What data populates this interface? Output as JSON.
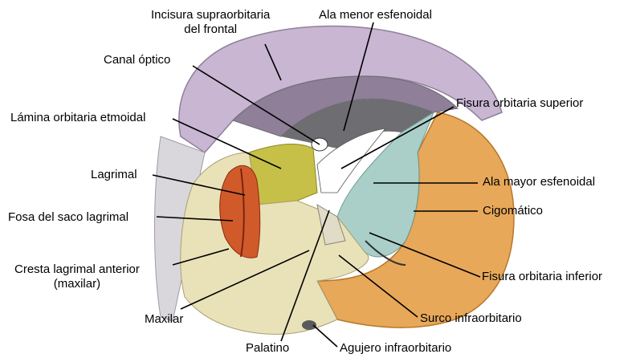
{
  "figure": {
    "bone_colors": {
      "frontal": "#c9b6d3",
      "frontal_shadow": "#8f7f99",
      "esfenoides_menor": "#6e6d72",
      "esfenoides_mayor": "#a9cfc8",
      "cigomatico": "#e7a85a",
      "maxilar": "#e9e2b8",
      "etmoides": "#c6c048",
      "lagrimal": "#d15a2a",
      "palatino": "#e0dcc8",
      "background": "#ffffff"
    },
    "labels": {
      "incisura_line1": "Incisura supraorbitaria",
      "incisura_line2": "del frontal",
      "ala_menor": "Ala menor esfenoidal",
      "canal_optico": "Canal óptico",
      "fisura_superior": "Fisura orbitaria superior",
      "lamina_etmoidal": "Lámina orbitaria etmoidal",
      "lagrimal": "Lagrimal",
      "ala_mayor": "Ala mayor esfenoidal",
      "cigomatico": "Cigomático",
      "fosa_saco": "Fosa del saco lagrimal",
      "cresta_line1": "Cresta lagrimal anterior",
      "cresta_line2": "(maxilar)",
      "fisura_inferior": "Fisura orbitaria inferior",
      "maxilar": "Maxilar",
      "surco": "Surco infraorbitario",
      "palatino": "Palatino",
      "agujero": "Agujero infraorbitario"
    }
  }
}
